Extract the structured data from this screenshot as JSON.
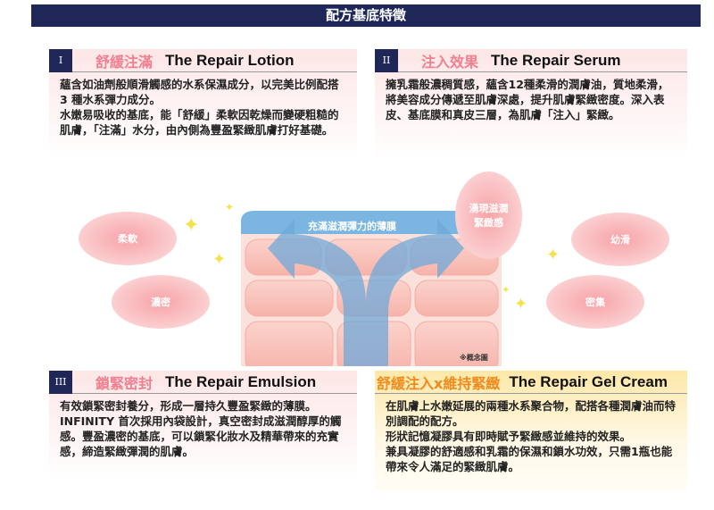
{
  "title": "配方基底特徵",
  "panels": [
    {
      "num": "I",
      "zh": "舒緩注滿",
      "en": "The Repair Lotion",
      "lines": [
        "蘊含如油劑般順滑觸感的水系保濕成分，以完美比例配搭 3 種水系彈力成分。",
        "水嫩易吸收的基底，能「舒緩」柔軟因乾燥而變硬粗糙的肌膚，「注滿」水分，由內側為豐盈緊緻肌膚打好基礎。"
      ]
    },
    {
      "num": "II",
      "zh": "注入效果",
      "en": "The Repair Serum",
      "lines": [
        "擁乳霜般濃稠質感，蘊含12種柔滑的潤膚油，質地柔滑，將美容成分傳遞至肌膚深處，提升肌膚緊緻密度。深入表皮、基底膜和真皮三層，為肌膚「注入」緊緻。"
      ]
    },
    {
      "num": "III",
      "zh": "鎖緊密封",
      "en": "The Repair Emulsion",
      "lines": [
        "有效鎖緊密封養分，形成一層持久豐盈緊緻的薄膜。INFINITY 首次採用內袋設計，真空密封成滋潤醇厚的觸感。豐盈濃密的基底，可以鎖緊化妝水及精華帶來的充實感，締造緊緻彈潤的肌膚。"
      ]
    },
    {
      "zh": "舒緩注入x維持緊緻",
      "en": "The Repair Gel Cream",
      "lines": [
        "在肌膚上水嫩延展的兩種水系聚合物，配搭各種潤膚油而特別調配的配方。",
        "形狀記憶凝膠具有即時賦予緊緻感並維持的效果。",
        "兼具凝膠的舒適感和乳霜的保濕和鎖水功效，只需1瓶也能帶來令人滿足的緊緻肌膚。"
      ]
    }
  ],
  "diagram": {
    "film": "充滿滋潤彈力的薄膜",
    "center_bubble": "湧現滋潤緊緻感",
    "left": [
      "柔軟",
      "濃密"
    ],
    "right": [
      "幼滑",
      "密集"
    ],
    "note": "※概念圖"
  }
}
